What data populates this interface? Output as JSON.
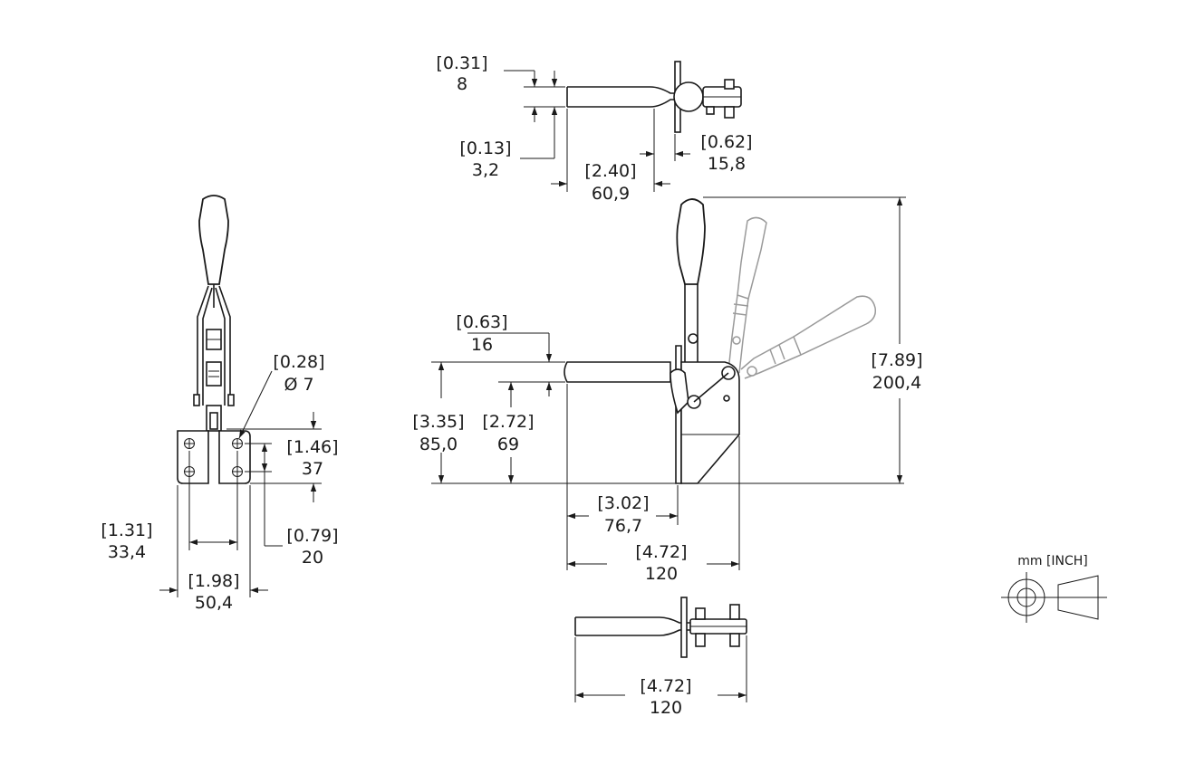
{
  "dimensions": {
    "top_thickness": {
      "inch": "[0.31]",
      "mm": "8"
    },
    "top_gap": {
      "inch": "[0.13]",
      "mm": "3,2"
    },
    "top_length": {
      "inch": "[2.40]",
      "mm": "60,9"
    },
    "top_pad": {
      "inch": "[0.62]",
      "mm": "15,8"
    },
    "hole_dia": {
      "inch": "[0.28]",
      "mm": "Ø 7"
    },
    "base_height": {
      "inch": "[1.46]",
      "mm": "37"
    },
    "hole_spacing_y": {
      "inch": "[0.79]",
      "mm": "20"
    },
    "hole_spacing_x": {
      "inch": "[1.31]",
      "mm": "33,4"
    },
    "base_width": {
      "inch": "[1.98]",
      "mm": "50,4"
    },
    "bar_thickness": {
      "inch": "[0.63]",
      "mm": "16"
    },
    "bar_height": {
      "inch": "[3.35]",
      "mm": "85,0"
    },
    "spindle_height": {
      "inch": "[2.72]",
      "mm": "69"
    },
    "reach": {
      "inch": "[3.02]",
      "mm": "76,7"
    },
    "overall_length": {
      "inch": "[4.72]",
      "mm": "120"
    },
    "overall_height": {
      "inch": "[7.89]",
      "mm": "200,4"
    },
    "bottom_length": {
      "inch": "[4.72]",
      "mm": "120"
    }
  },
  "legend": {
    "units": "mm [INCH]"
  }
}
